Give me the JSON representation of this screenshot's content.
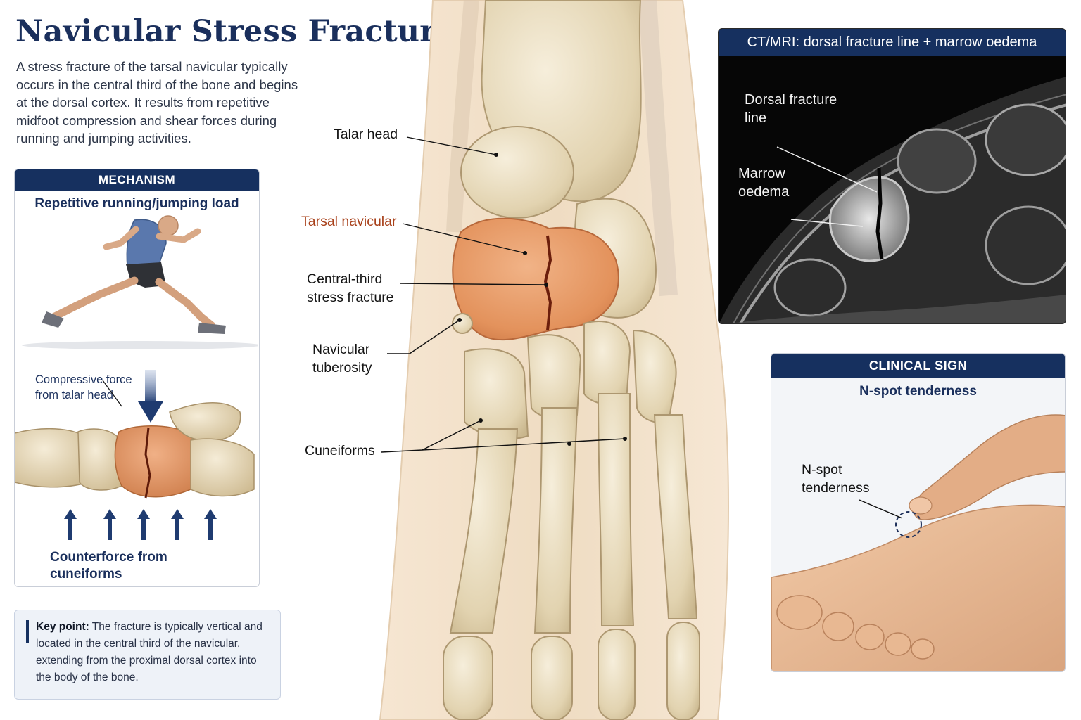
{
  "title": "Navicular Stress Fracture",
  "intro": "A stress fracture of the tarsal navicular typically occurs in the central third of the bone and begins at the dorsal cortex. It results from repetitive midfoot compression and shear forces during running and jumping activities.",
  "mechanism": {
    "header": "MECHANISM",
    "subtitle": "Repetitive running/jumping load",
    "compressive_line1": "Compressive force",
    "compressive_line2": "from talar head",
    "counter_line1": "Counterforce from",
    "counter_line2": "cuneiforms"
  },
  "key_point": {
    "label": "Key point:",
    "text": " The fracture is typically vertical and located in the central third of the navicular, extending from the proximal dorsal cortex into the body of the bone."
  },
  "center_labels": {
    "talar_head": "Talar head",
    "tarsal_navicular": "Tarsal navicular",
    "central_third_line1": "Central-third",
    "central_third_line2": "stress fracture",
    "tuberosity_line1": "Navicular",
    "tuberosity_line2": "tuberosity",
    "cuneiforms": "Cuneiforms"
  },
  "mri": {
    "header": "CT/MRI: dorsal fracture line + marrow oedema",
    "dorsal_line1": "Dorsal fracture",
    "dorsal_line2": "line",
    "marrow_line1": "Marrow",
    "marrow_line2": "oedema"
  },
  "clinical": {
    "header": "CLINICAL SIGN",
    "subtitle": "N-spot tenderness",
    "nspot_line1": "N-spot",
    "nspot_line2": "tenderness"
  },
  "colors": {
    "navy": "#16305f",
    "accent_orange": "#a8401a",
    "bone": "#e8dcc0",
    "navicular": "#e49a66"
  }
}
